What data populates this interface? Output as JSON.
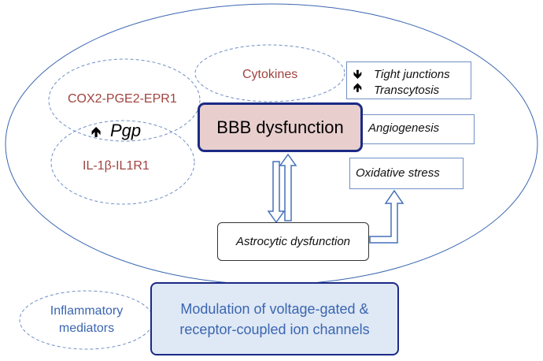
{
  "nodes": {
    "cytokines": "Cytokines",
    "cox2": "COX2-PGE2-EPR1",
    "pgp": "Pgp",
    "il1": "IL-1β-IL1R1",
    "bbb": "BBB dysfunction",
    "tight_junctions": "Tight junctions",
    "transcytosis": "Transcytosis",
    "angiogenesis": "Angiogenesis",
    "oxidative_stress": "Oxidative stress",
    "astrocytic": "Astrocytic dysfunction",
    "inflammatory_line1": "Inflammatory",
    "inflammatory_line2": "mediators",
    "ion_line1": "Modulation of voltage-gated &",
    "ion_line2": "receptor-coupled ion channels"
  },
  "arrows": {
    "down": "🡻",
    "up": "🡹"
  },
  "colors": {
    "outline_blue": "#3a66b0",
    "dark_navy": "#1b2a86",
    "mauve_text": "#a0433f",
    "bbb_fill": "#e8cfce",
    "ion_fill": "#dfe8f5"
  }
}
